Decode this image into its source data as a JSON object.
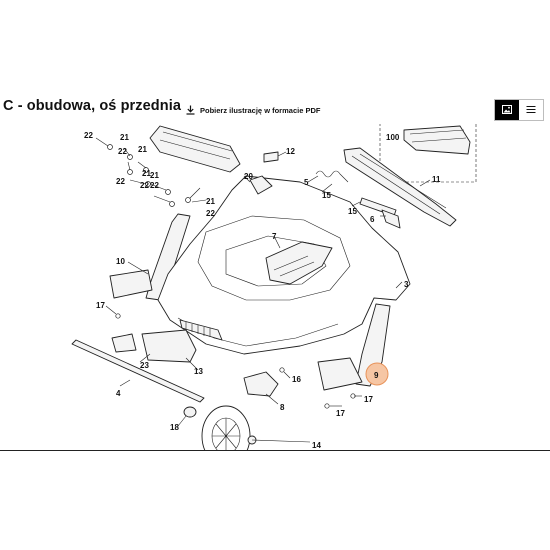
{
  "header": {
    "title": "C - obudowa, oś przednia",
    "download_label": "Pobierz ilustrację w formacie PDF",
    "view_toggle": {
      "active": "image-icon",
      "inactive": "list-icon"
    }
  },
  "diagram": {
    "highlighted_part": "9",
    "highlight_color": "#f6c6a4",
    "callouts": {
      "c22a": "22",
      "c21a": "21",
      "c22b": "22",
      "c21b": "21",
      "c22c": "22",
      "c21c": "21",
      "c22d": "22",
      "c21d": "21",
      "c22e": "22",
      "c21e": "21",
      "c22f": "22",
      "c12": "12",
      "c100": "100",
      "c5": "5",
      "c20": "20",
      "c11": "11",
      "c15a": "15",
      "c15b": "15",
      "c6": "6",
      "c7": "7",
      "c10": "10",
      "c3": "3",
      "c17a": "17",
      "c23": "23",
      "c13": "13",
      "c16": "16",
      "c9": "9",
      "c4": "4",
      "c8": "8",
      "c17b": "17",
      "c17c": "17",
      "c18": "18",
      "c14": "14"
    }
  }
}
